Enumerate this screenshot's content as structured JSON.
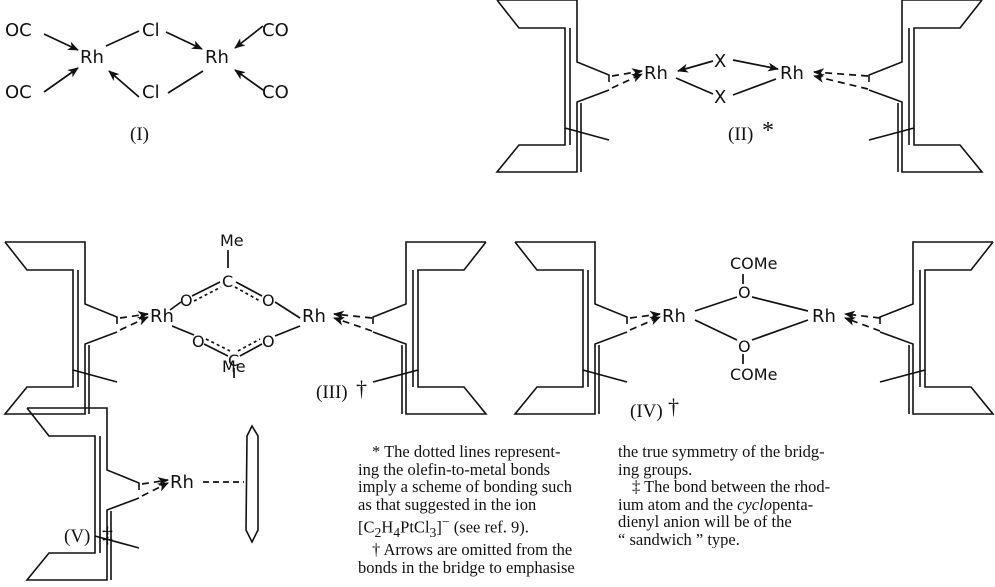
{
  "structures": {
    "I": {
      "label": "(I)",
      "atoms": {
        "oc_tl": "OC",
        "oc_bl": "OC",
        "rh_1": "Rh",
        "cl_top": "Cl",
        "cl_bot": "Cl",
        "rh_2": "Rh",
        "co_tr": "CO",
        "co_br": "CO"
      }
    },
    "II": {
      "label": "(II)",
      "star": "*",
      "atoms": {
        "rh_1": "Rh",
        "x_top": "X",
        "x_bot": "X",
        "rh_2": "Rh"
      }
    },
    "III": {
      "label": "(III)",
      "dagger": "†",
      "atoms": {
        "me_top": "Me",
        "c_top": "C",
        "o_tl": "O",
        "o_tr": "O",
        "rh_1": "Rh",
        "rh_2": "Rh",
        "o_bl": "O",
        "o_br": "O",
        "c_bot": "C",
        "me_bot": "Me"
      }
    },
    "IV": {
      "label": "(IV)",
      "dagger": "†",
      "atoms": {
        "come_top": "COMe",
        "o_top": "O",
        "rh_1": "Rh",
        "rh_2": "Rh",
        "o_bot": "O",
        "come_bot": "COMe"
      }
    },
    "V": {
      "label": "(V)",
      "ddagger": "‡",
      "atoms": {
        "rh": "Rh"
      }
    }
  },
  "footnotes": {
    "star": {
      "l1": "* The dotted lines represent-",
      "l2": "ing the olefin-to-metal bonds",
      "l3": "imply a scheme of bonding such",
      "l4": "as that suggested in the ion",
      "l5_pre": "[C",
      "l5_s1": "2",
      "l5_h": "H",
      "l5_s2": "4",
      "l5_pt": "PtCl",
      "l5_s3": "3",
      "l5_post": "]",
      "l5_sup": "−",
      "l5_ref": " (see ref. 9)."
    },
    "dagger": {
      "l1": "† Arrows are omitted from the",
      "l2": "bonds in the bridge to emphasise",
      "l3": "the true symmetry of the bridg-",
      "l4": "ing groups."
    },
    "ddagger": {
      "l1": "‡ The bond between the rhod-",
      "l2_pre": "ium atom and the ",
      "l2_it": "cyclo",
      "l2_post": "penta-",
      "l3": "dienyl anion will be of the",
      "l4": "“ sandwich ” type."
    }
  }
}
